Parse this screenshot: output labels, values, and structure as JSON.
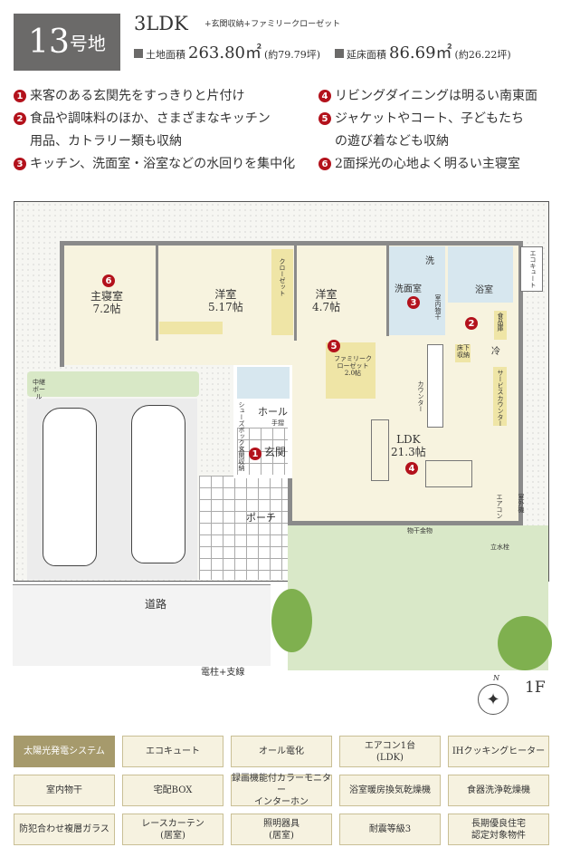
{
  "header": {
    "lot_number": "13",
    "lot_suffix": "号地",
    "plan_type": "3LDK",
    "plan_extras": "+玄関収納+ファミリークローゼット",
    "land_area_label": "土地面積",
    "land_area_value": "263.80㎡",
    "land_area_tsubo": "(約79.79坪)",
    "floor_area_label": "延床面積",
    "floor_area_value": "86.69㎡",
    "floor_area_tsubo": "(約26.22坪)"
  },
  "features": [
    {
      "num": "1",
      "text": "来客のある玄関先をすっきりと片付け"
    },
    {
      "num": "2",
      "text": "食品や調味料のほか、さまざまなキッチン用品、カトラリー類も収納"
    },
    {
      "num": "3",
      "text": "キッチン、洗面室・浴室などの水回りを集中化"
    },
    {
      "num": "4",
      "text": "リビングダイニングは明るい南東面"
    },
    {
      "num": "5",
      "text": "ジャケットやコート、子どもたちの遊び着なども収納"
    },
    {
      "num": "6",
      "text": "2面採光の心地よく明るい主寝室"
    }
  ],
  "plan": {
    "master": "主寝室",
    "master_size": "7.2帖",
    "room1": "洋室",
    "room1_size": "5.17帖",
    "room2": "洋室",
    "room2_size": "4.7帖",
    "closet": "クローゼット",
    "washroom": "洗面室",
    "washer": "洗",
    "bath": "浴室",
    "ecocute": "エコキュート",
    "pantry": "食品庫",
    "underfloor": "床下収納",
    "fridge": "冷",
    "service_counter": "サービスカウンター",
    "counter": "カウンター",
    "indoor_dry": "室内物干",
    "family_closet": "ファミリークローゼット",
    "family_closet_size": "2.0帖",
    "hall": "ホール",
    "handrail": "手摺",
    "shoebox": "シューズボックス",
    "entrance": "玄関",
    "entrance_storage": "玄関収納",
    "porch": "ポーチ",
    "ldk": "LDK",
    "ldk_size": "21.3帖",
    "aircon": "エアコン",
    "outdoor_unit": "室外機",
    "clothes_hanger": "物干金物",
    "faucet": "立水栓",
    "relay_pole": "中継ボール",
    "road": "道路",
    "pole": "電柱+支線",
    "floor": "1F",
    "north": "N"
  },
  "equipment": [
    {
      "label": "太陽光発電システム",
      "highlight": true
    },
    {
      "label": "エコキュート"
    },
    {
      "label": "オール電化"
    },
    {
      "label": "エアコン1台\n(LDK)"
    },
    {
      "label": "IHクッキングヒーター"
    },
    {
      "label": "室内物干"
    },
    {
      "label": "宅配BOX"
    },
    {
      "label": "録画機能付カラーモニター\nインターホン"
    },
    {
      "label": "浴室暖房換気乾燥機"
    },
    {
      "label": "食器洗浄乾燥機"
    },
    {
      "label": "防犯合わせ複層ガラス"
    },
    {
      "label": "レースカーテン\n(居室)"
    },
    {
      "label": "照明器具\n(居室)"
    },
    {
      "label": "耐震等級3"
    },
    {
      "label": "長期優良住宅\n認定対象物件"
    }
  ],
  "colors": {
    "header_box": "#6b6a69",
    "marker": "#b3121c",
    "highlight_tile": "#a69a6c",
    "wet_room": "#d7e7ef",
    "closet": "#efe5a6"
  }
}
